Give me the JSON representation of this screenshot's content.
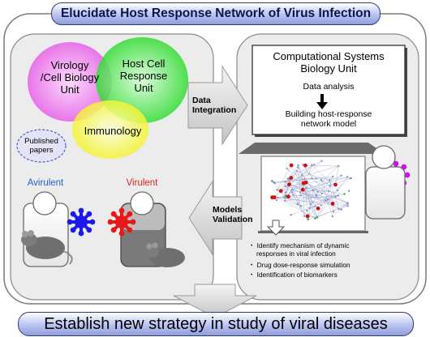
{
  "title": "Elucidate Host Response Network of Virus Infection",
  "bottom_title": "Establish new strategy in study of viral diseases",
  "circles": {
    "virology": [
      "Virology",
      "/Cell Biology",
      "Unit"
    ],
    "host_cell": [
      "Host Cell",
      "Response",
      "Unit"
    ],
    "immunology": "Immunology"
  },
  "published_papers": [
    "Published",
    "papers"
  ],
  "avirulent": "Avirulent",
  "virulent": "Virulent",
  "data_integration": [
    "Data",
    "Integration"
  ],
  "models_validation": [
    "Models",
    "Validation"
  ],
  "csb": {
    "title": [
      "Computational Systems",
      "Biology  Unit"
    ],
    "data_analysis": "Data analysis",
    "building": [
      "Building host-response",
      "network model"
    ]
  },
  "bullets": [
    [
      "・ Identify mechanism of dynamic",
      "responses in viral infection"
    ],
    [
      "・ Drug dose-response simulation"
    ],
    [
      "・ Identification of biomarkers"
    ]
  ],
  "colors": {
    "avirulent_text": "#1f5fd0",
    "virulent_text": "#e02020",
    "avirulent_virus": "#1a1aee",
    "virulent_virus": "#e81818",
    "host_virus": "#cc11ee",
    "virology_circle": "#e868e8",
    "host_cell_circle": "#33dd33",
    "immunology_circle": "#f4f430"
  }
}
